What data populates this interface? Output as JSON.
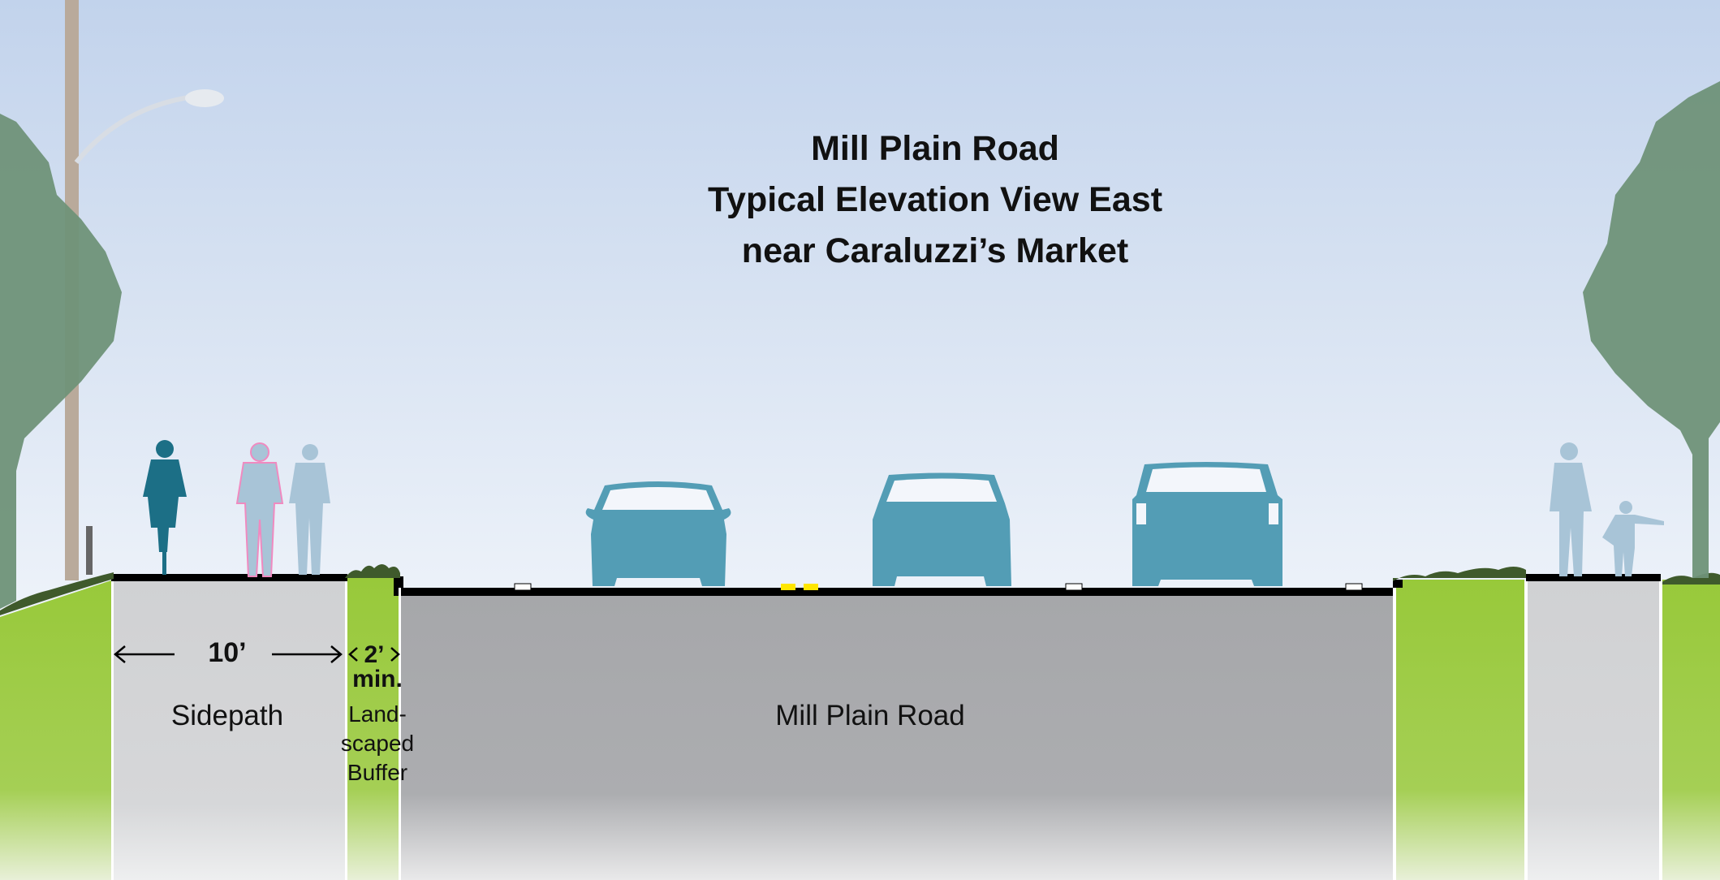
{
  "title": {
    "line1": "Mill Plain Road",
    "line2": "Typical Elevation View East",
    "line3": "near Caraluzzi’s Market"
  },
  "labels": {
    "sidepath_width": "10’",
    "sidepath": "Sidepath",
    "buffer_width": "2’",
    "buffer_min": "min.",
    "buffer_line1": "Land-",
    "buffer_line2": "scaped",
    "buffer_line3": "Buffer",
    "road": "Mill Plain Road"
  },
  "colors": {
    "grass": "#9ac93c",
    "sidepath": "#d2d3d5",
    "road": "#a7a8ab",
    "vehicle": "#539db5",
    "tree": "#6f9278",
    "cyclist": "#1c6f86"
  }
}
